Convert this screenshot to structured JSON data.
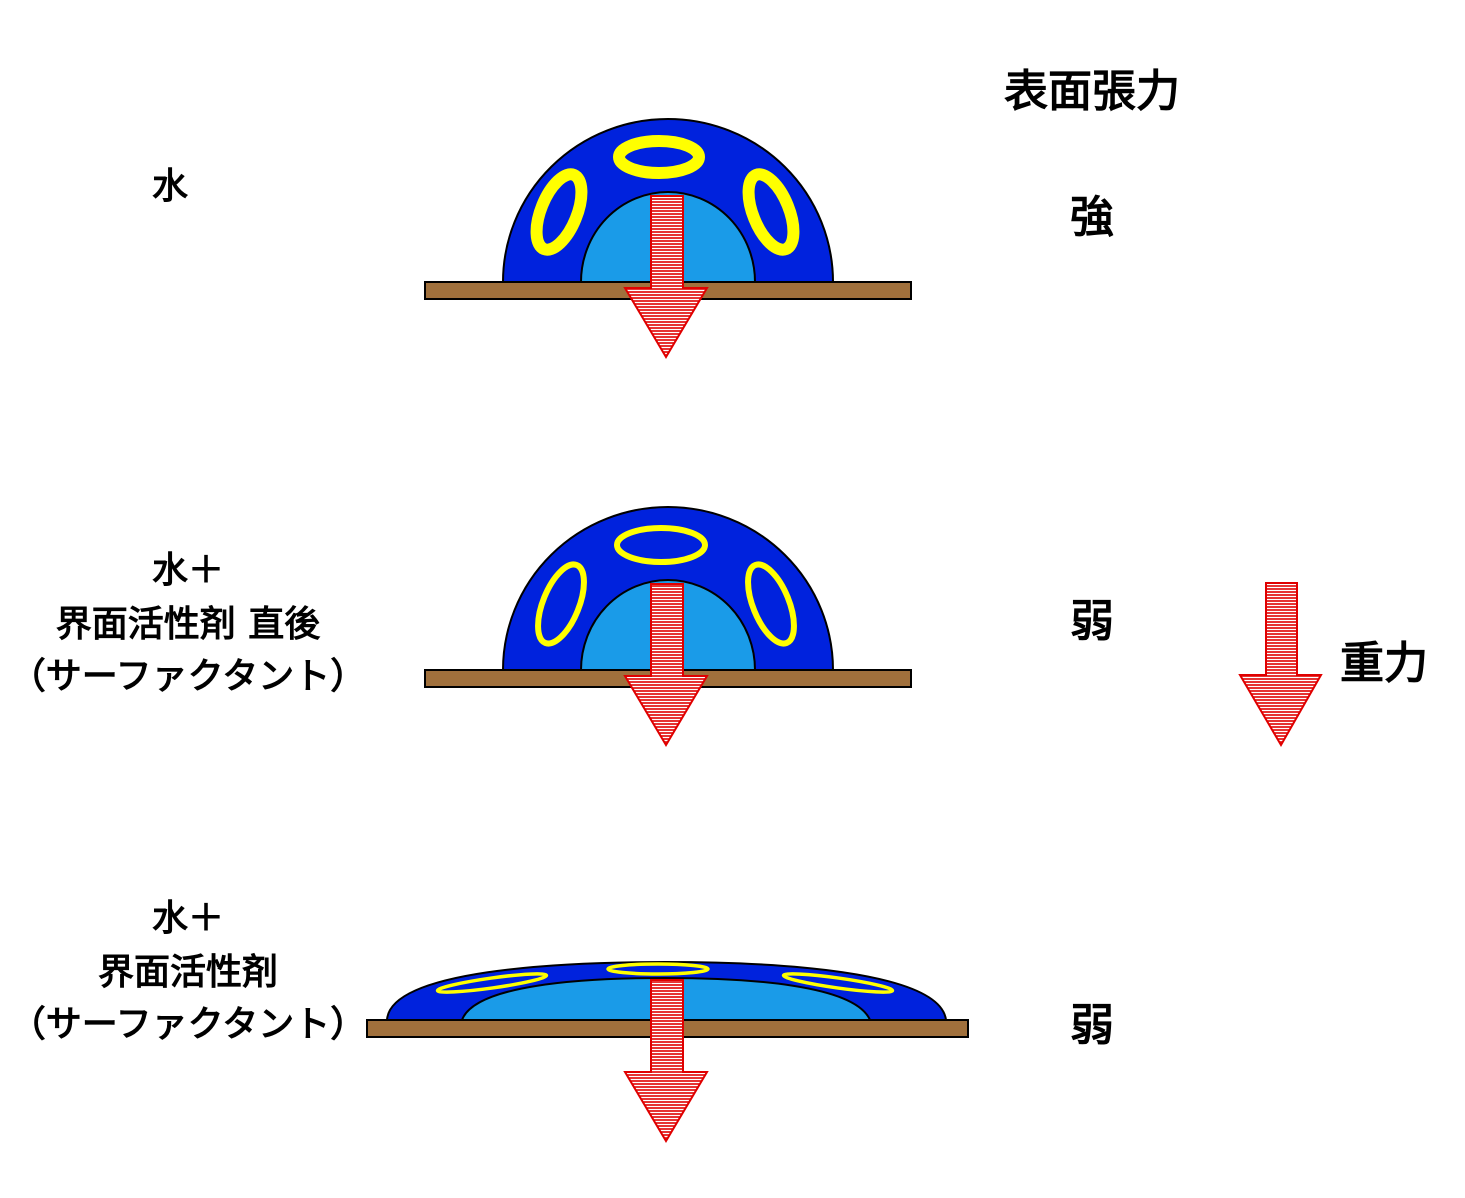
{
  "title": "表面張力",
  "rows": [
    {
      "label_lines": [
        "水"
      ],
      "tension": "強"
    },
    {
      "label_lines": [
        "水＋",
        "界面活性剤  直後",
        "（サーファクタント）"
      ],
      "tension": "弱"
    },
    {
      "label_lines": [
        "水＋",
        "界面活性剤",
        "（サーファクタント）"
      ],
      "tension": "弱"
    }
  ],
  "legend": {
    "label": "重力",
    "icon": "gravity-arrow-icon"
  },
  "colors": {
    "outer_drop": "#0022dd",
    "inner_drop": "#1a9be8",
    "ring": "#ffff00",
    "base": "#a0703c",
    "arrow_stroke": "#e00000",
    "arrow_fill": "#ffffff",
    "outline": "#000000"
  }
}
